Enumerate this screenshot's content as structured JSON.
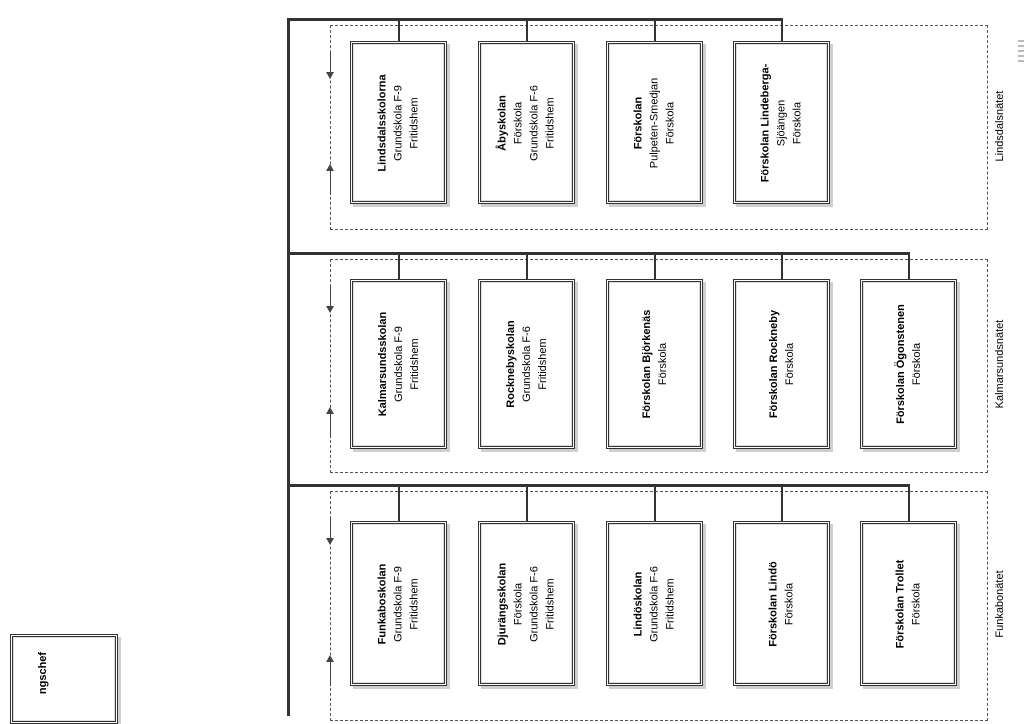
{
  "chef_box": {
    "label": "ngschef"
  },
  "groups": [
    {
      "label": "Lindsdalsnätet",
      "units": [
        {
          "name": "Lindsdalsskolorna",
          "lines": [
            "Grundskola F-9",
            "Fritidshem"
          ]
        },
        {
          "name": "Åbyskolan",
          "lines": [
            "Förskola",
            "Grundskola F-6",
            "Fritidshem"
          ]
        },
        {
          "name": "Förskolan",
          "lines": [
            "Pulpeten-Smedjan",
            "Förskola"
          ]
        },
        {
          "name": "Förskolan Lindeberga-",
          "lines": [
            "Sjöängen",
            "Förskola"
          ]
        }
      ]
    },
    {
      "label": "Kalmarsundsnätet",
      "units": [
        {
          "name": "Kalmarsundsskolan",
          "lines": [
            "Grundskola F-9",
            "Fritidshem"
          ]
        },
        {
          "name": "Rocknebyskolan",
          "lines": [
            "Grundskola F-6",
            "Fritidshem"
          ]
        },
        {
          "name": "Förskolan Björkenäs",
          "lines": [
            "Förskola"
          ]
        },
        {
          "name": "Förskolan Rockneby",
          "lines": [
            "Förskola"
          ]
        },
        {
          "name": "Förskolan Ögonstenen",
          "lines": [
            "Förskola"
          ]
        }
      ]
    },
    {
      "label": "Funkabonätet",
      "units": [
        {
          "name": "Funkaboskolan",
          "lines": [
            "Grundskola F-9",
            "Fritidshem"
          ]
        },
        {
          "name": "Djurängsskolan",
          "lines": [
            "Förskola",
            "Grundskola F-6",
            "Fritidshem"
          ]
        },
        {
          "name": "Lindöskolan",
          "lines": [
            "Grundskola F-6",
            "Fritidshem"
          ]
        },
        {
          "name": "Förskolan Lindö",
          "lines": [
            "Förskola"
          ]
        },
        {
          "name": "Förskolan Trollet",
          "lines": [
            "Förskola"
          ]
        }
      ]
    }
  ]
}
